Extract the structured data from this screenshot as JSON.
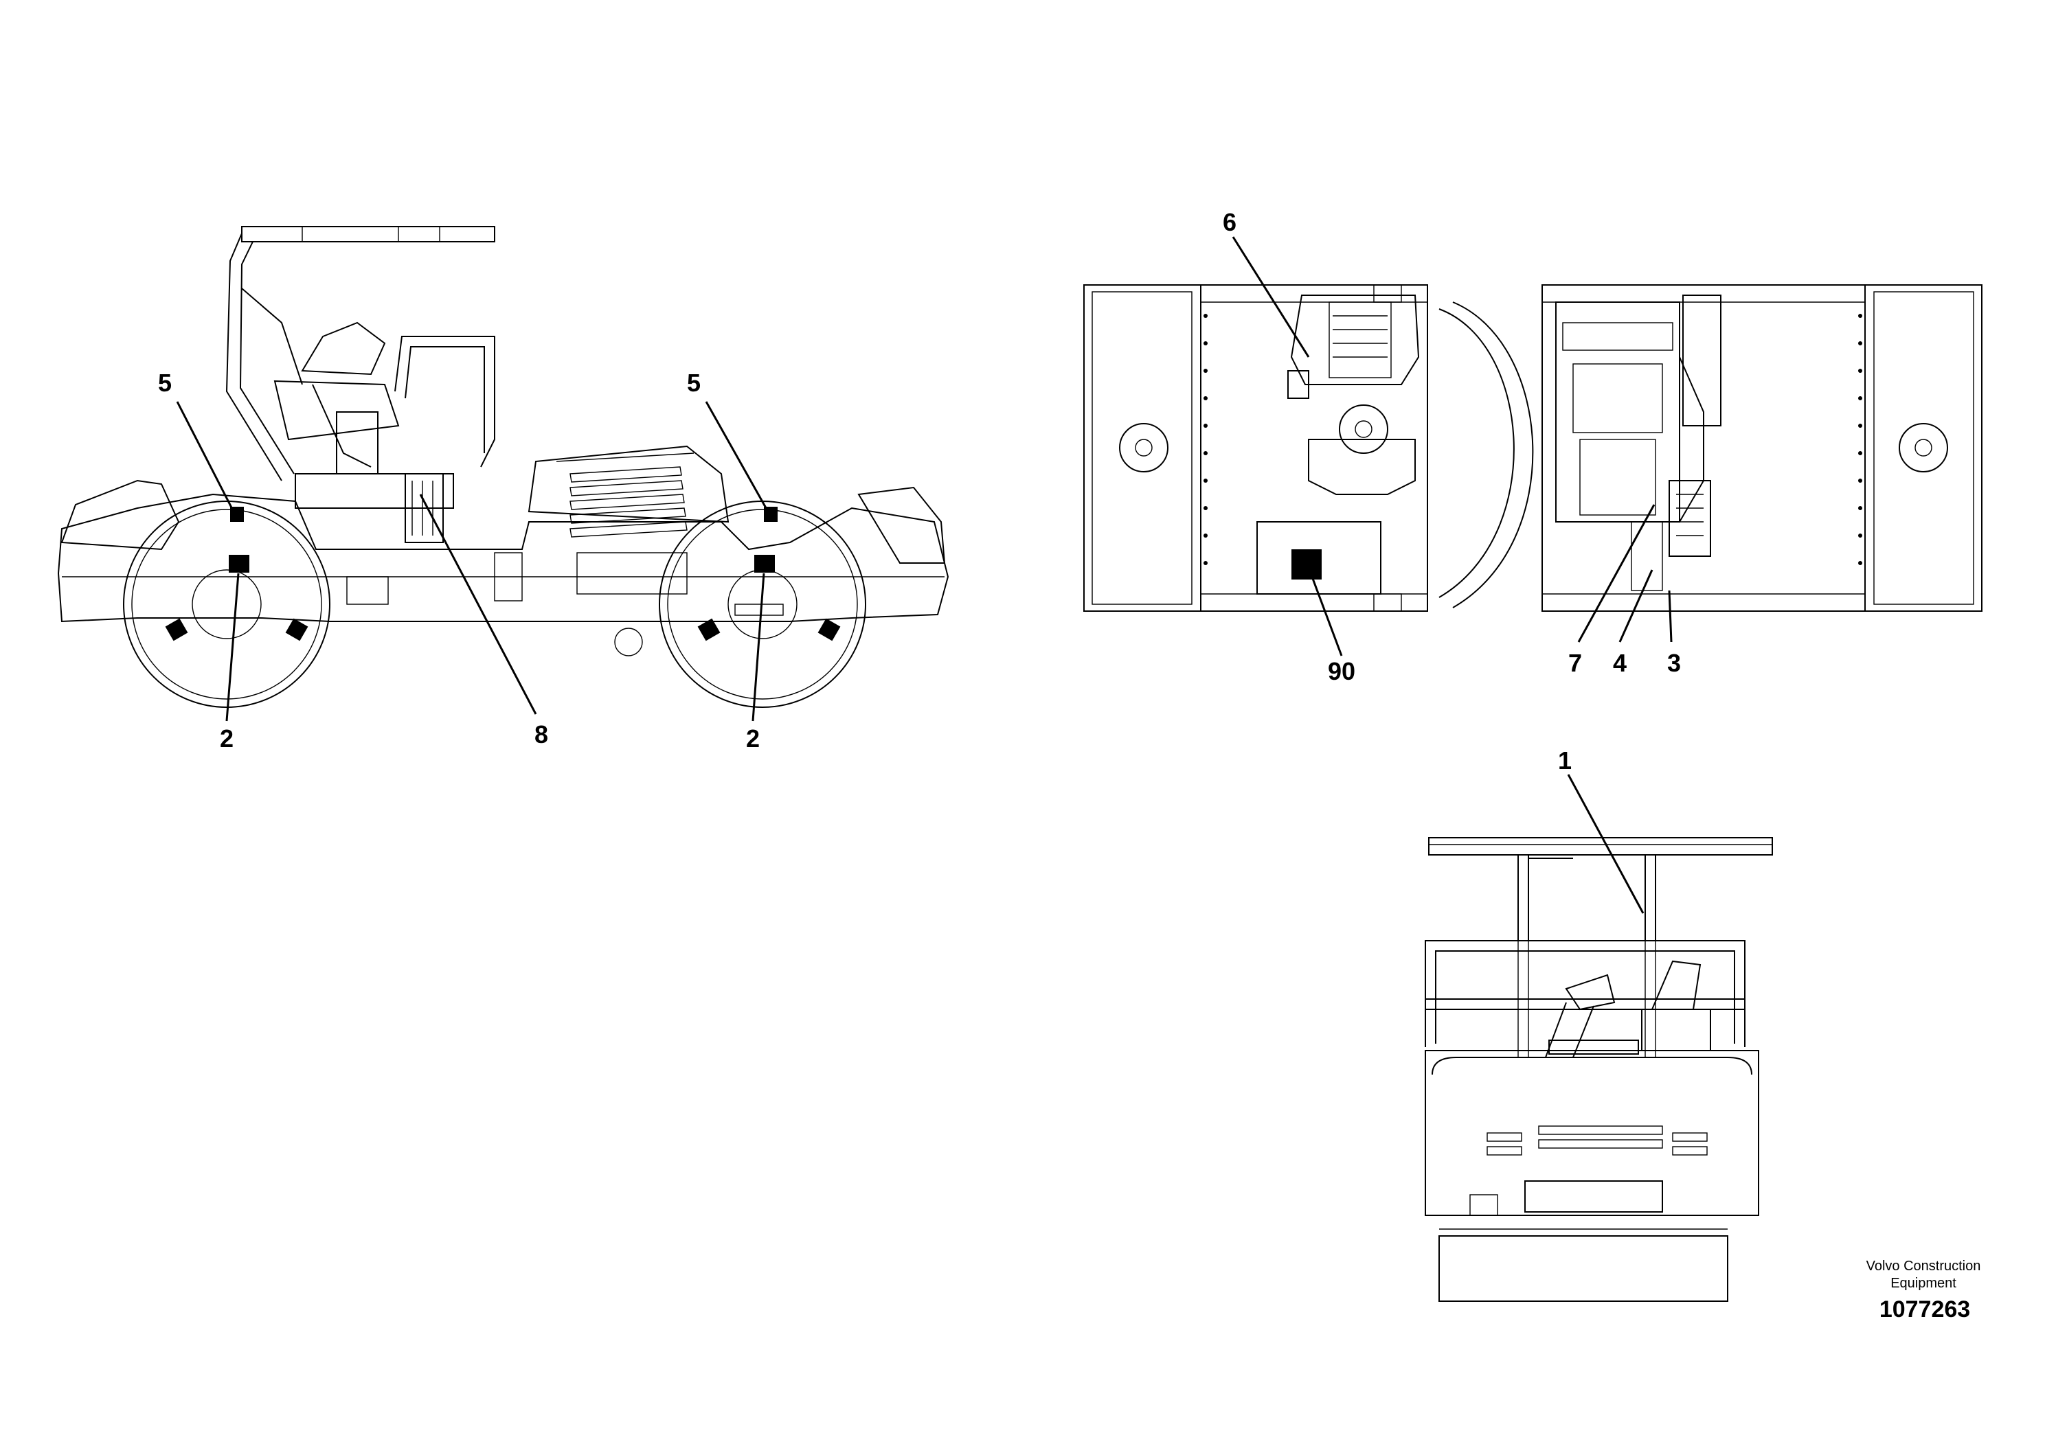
{
  "callouts": {
    "c5a": "5",
    "c5b": "5",
    "c2a": "2",
    "c2b": "2",
    "c8": "8",
    "c6": "6",
    "c90": "90",
    "c7": "7",
    "c4": "4",
    "c3": "3",
    "c1": "1"
  },
  "footer": {
    "brand_line1": "Volvo Construction",
    "brand_line2": "Equipment",
    "doc_number": "1077263"
  }
}
